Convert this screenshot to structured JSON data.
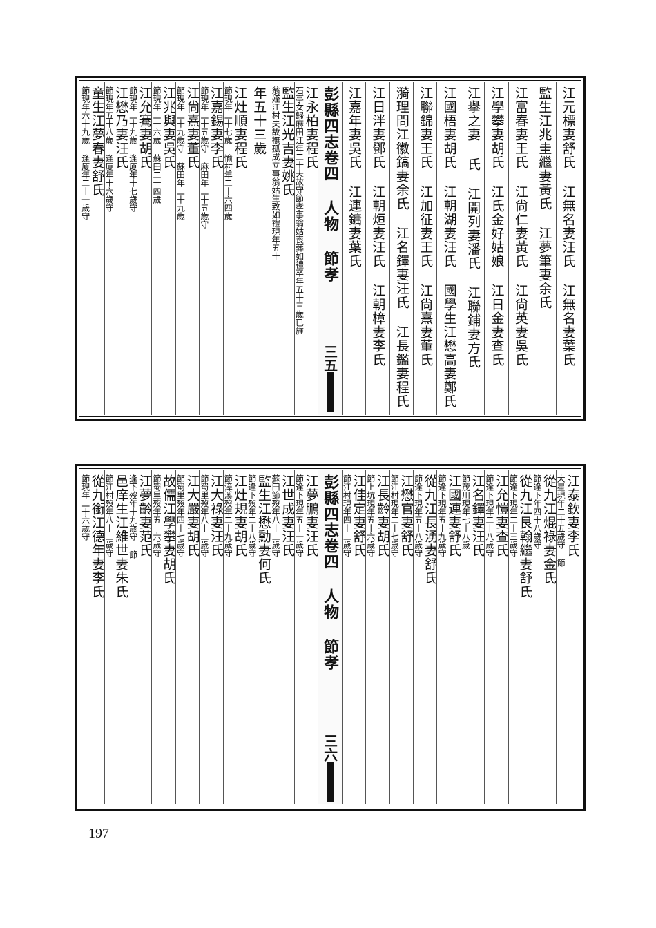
{
  "top_page": {
    "columns": [
      {
        "main": "江元標妻舒氏 江無名妻汪氏 江無名妻葉氏"
      },
      {
        "main": "監生江兆圭繼妻黃氏 江夢筆妻余氏"
      },
      {
        "main": "江富春妻王氏 江尙仁妻黃氏 江尙英妻吳氏"
      },
      {
        "main": "江學攀妻胡氏 江氏金好姑娘 江日金妻查氏"
      },
      {
        "main": "江擧之妻 氏 江開列妻潘氏 江聯鋪妻方氏"
      },
      {
        "main": "江國梧妻胡氏 江朝湖妻汪氏 國學生江懋高妻鄭氏"
      },
      {
        "main": "江聯錦妻王氏 江加征妻王氏 江尙熹妻董氏"
      },
      {
        "main": "漪理問江徽鎬妻余氏 江名鐸妻汪氏 江長鑑妻程氏"
      },
      {
        "main": "江日泮妻鄧氏 江朝烜妻汪氏 江朝樟妻李氏"
      },
      {
        "main": "江嘉年妻吳氏 江連鏞妻葉氏"
      },
      {
        "main": "彭縣四志卷四 人物 節孝",
        "center": true,
        "number": "三五"
      },
      {
        "main": "江永柏妻程氏",
        "note": "石亭女歸麻田江年二十夫故守節孝事翁姑喪葬如禮卒年五十三歲已旌"
      },
      {
        "main": "監生江光吉妻姚氏",
        "note": "翁姪江村夫故撫孤成立事翁姑生致如禮現年五十"
      },
      {
        "main": "年五十三歲"
      },
      {
        "main": "江灶順妻程氏",
        "note": "節現年二十七歲 愉村年二十六四歲"
      },
      {
        "main": "江嘉錫妻李氏",
        "note": "節現年二十五歲守 麻田年二十五歲守"
      },
      {
        "main": "江尙熹妻董氏",
        "note": "節現年二十九歲守 蘇田年二十九歲"
      },
      {
        "main": "江兆與妻吳氏",
        "note": "節現年二十六歲 蘇田二十四歲"
      },
      {
        "main": "江允騫妻胡氏",
        "note": "節現年二十九歲 逢厦年十七歲守"
      },
      {
        "main": "江懋乃妻汪氏",
        "note": "節現年五十八歲 逢厦年十六歲守"
      },
      {
        "main": "童生江夢春妻舒氏",
        "note": "節現年六十九歲 逢厦年二十一歲守"
      }
    ]
  },
  "bottom_page": {
    "columns": [
      {
        "main": "江泰欽妻李氏",
        "note": "大星現年二十五歲守 節"
      },
      {
        "main": "從九江焜祿妻金氏",
        "note": "節逢下年四十八歲守"
      },
      {
        "main": "從九江艮翰繼妻舒氏",
        "note": "節逢下現年二十三歲守"
      },
      {
        "main": "江允愷妻查氏",
        "note": "節逢下現年二十八歲守"
      },
      {
        "main": "江名鐸妻汪氏",
        "note": "節茂川現年七十八歲"
      },
      {
        "main": "江國連妻舒氏",
        "note": "節逢下現年五十九歲守"
      },
      {
        "main": "從九江長湧妻舒氏",
        "note": "節逢下現年五十八歲守"
      },
      {
        "main": "江懋官妻舒氏",
        "note": "節江村現年二十七歲守"
      },
      {
        "main": "江長齡妻胡氏",
        "note": "節上坑現年五十六歲守"
      },
      {
        "main": "江佳定妻舒氏",
        "note": "節江村現年四十二歲守"
      },
      {
        "main": "彭縣四志卷四 人物 節孝",
        "center": true,
        "number": "三六"
      },
      {
        "main": "江夢鵬妻汪氏",
        "note": "節逢下現年五十一歲守"
      },
      {
        "main": "江世成妻汪氏",
        "note": "蘇田節歿年八十二歲守"
      },
      {
        "main": "監生江懋勳妻何氏",
        "note": "節逢下歿年二十八歲守"
      },
      {
        "main": "江灶規妻胡氏",
        "note": "節漳溪歿年二十九歲守"
      },
      {
        "main": "江大祿妻汪氏",
        "note": "節蜀里歿年八十二歲守"
      },
      {
        "main": "江大嚴妻胡氏",
        "note": "節蜀里歿年四十七歲守"
      },
      {
        "main": "故儒江學攀妻胡氏",
        "note": "節蜀里歿年五十六歲守"
      },
      {
        "main": "江夢齡妻范氏",
        "note": "逢下歿年十九歲守 節"
      },
      {
        "main": "邑庠生江維世妻朱氏",
        "note": "節江村歿年八十二歲守"
      },
      {
        "main": "從九銜江德年妻李氏",
        "note": "節現年二十六歲守"
      }
    ]
  },
  "page_number": "197"
}
